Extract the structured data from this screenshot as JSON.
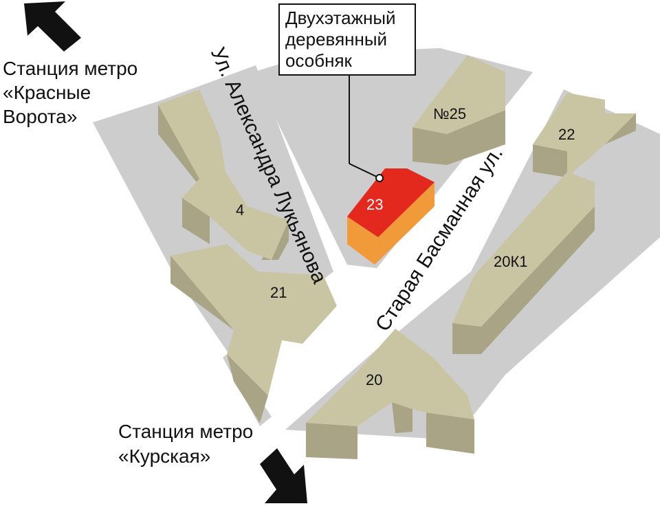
{
  "colors": {
    "block": "#cdcdcd",
    "building_top": "#c9c5a3",
    "building_side": "#a8a485",
    "highlight_top": "#e3281e",
    "highlight_side": "#f09a3a",
    "arrow": "#111111"
  },
  "callout": {
    "line1": "Двухэтажный",
    "line2": "деревянный",
    "line3": "особняк"
  },
  "stations": {
    "top_line1": "Станция метро",
    "top_line2": "«Красные",
    "top_line3": "Ворота»",
    "bottom_line1": "Станция метро",
    "bottom_line2": "«Курская»"
  },
  "streets": {
    "luk": "Ул. Александра Лукьянова",
    "basm": "Старая Басманная ул."
  },
  "buildings": {
    "b4": "4",
    "b21": "21",
    "b23": "23",
    "b25": "№25",
    "b22": "22",
    "b20k1": "20К1",
    "b20": "20"
  }
}
